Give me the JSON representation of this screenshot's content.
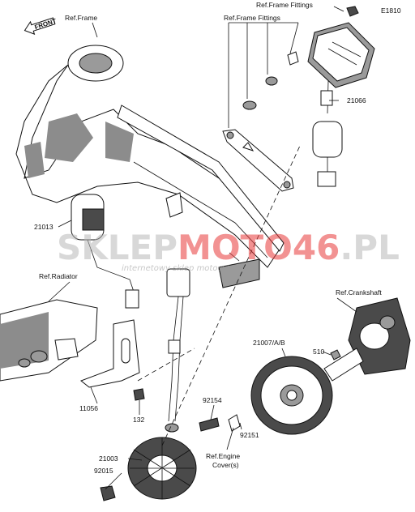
{
  "diagram_code": "E1810",
  "front_label": "FRONT",
  "watermark": {
    "brand_a": "SKLEP",
    "brand_b": "MOTO",
    "brand_c": "46",
    "brand_d": ".PL",
    "subtitle": "internetowy sklep motocyklowy"
  },
  "callouts": {
    "ref_frame": "Ref.Frame",
    "ref_frame_fittings_top": "Ref.Frame Fittings",
    "ref_frame_fittings": "Ref.Frame Fittings",
    "ref_radiator": "Ref.Radiator",
    "ref_crankshaft": "Ref.Crankshaft",
    "ref_engine_cover_line1": "Ref.Engine",
    "ref_engine_cover_line2": "Cover(s)",
    "p21066": "21066",
    "p21013": "21013",
    "p11056": "11056",
    "p132": "132",
    "p21007": "21007/A/B",
    "p510": "510",
    "p92154": "92154",
    "p92151": "92151",
    "p21003": "21003",
    "p92015": "92015"
  },
  "colors": {
    "ink": "#111111",
    "watermark_grey": "#b9b9b9",
    "watermark_red": "#e83a3a"
  }
}
